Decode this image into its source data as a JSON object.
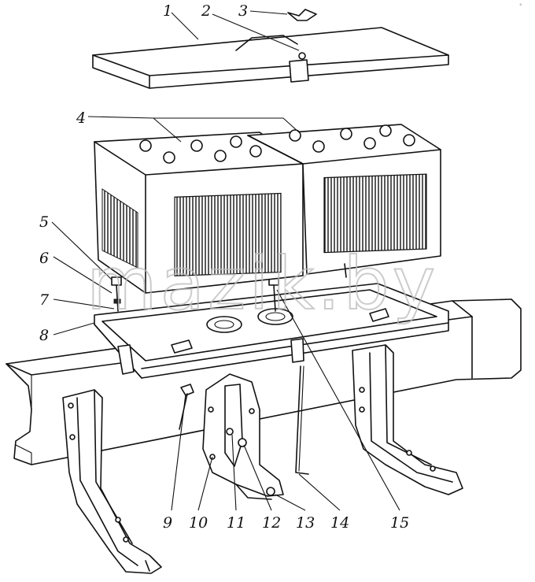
{
  "diagram": {
    "callouts": [
      "1",
      "2",
      "3",
      "4",
      "5",
      "6",
      "7",
      "8",
      "9",
      "10",
      "11",
      "12",
      "13",
      "14",
      "15"
    ],
    "watermark": "mazik.by"
  }
}
